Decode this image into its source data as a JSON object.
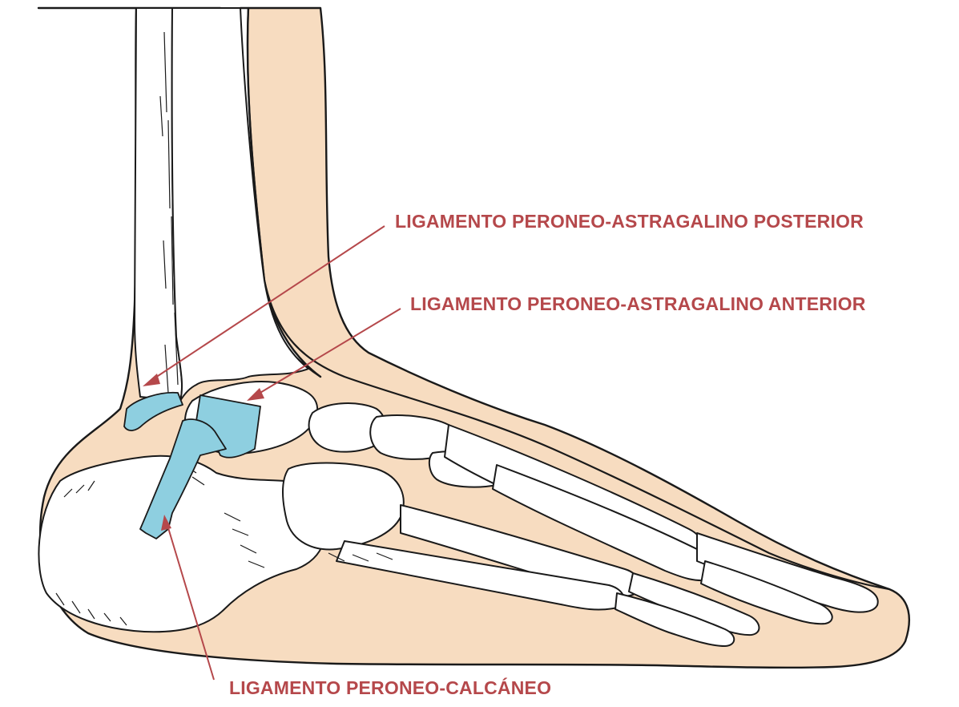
{
  "labels": {
    "posterior": "LIGAMENTO PERONEO-ASTRAGALINO POSTERIOR",
    "anterior": "LIGAMENTO PERONEO-ASTRAGALINO ANTERIOR",
    "calcaneo": "LIGAMENTO PERONEO-CALCÁNEO"
  },
  "colors": {
    "skin": "#f7dcc0",
    "ligament": "#8ecfe0",
    "label": "#b5484b",
    "outline": "#1a1a1a"
  }
}
